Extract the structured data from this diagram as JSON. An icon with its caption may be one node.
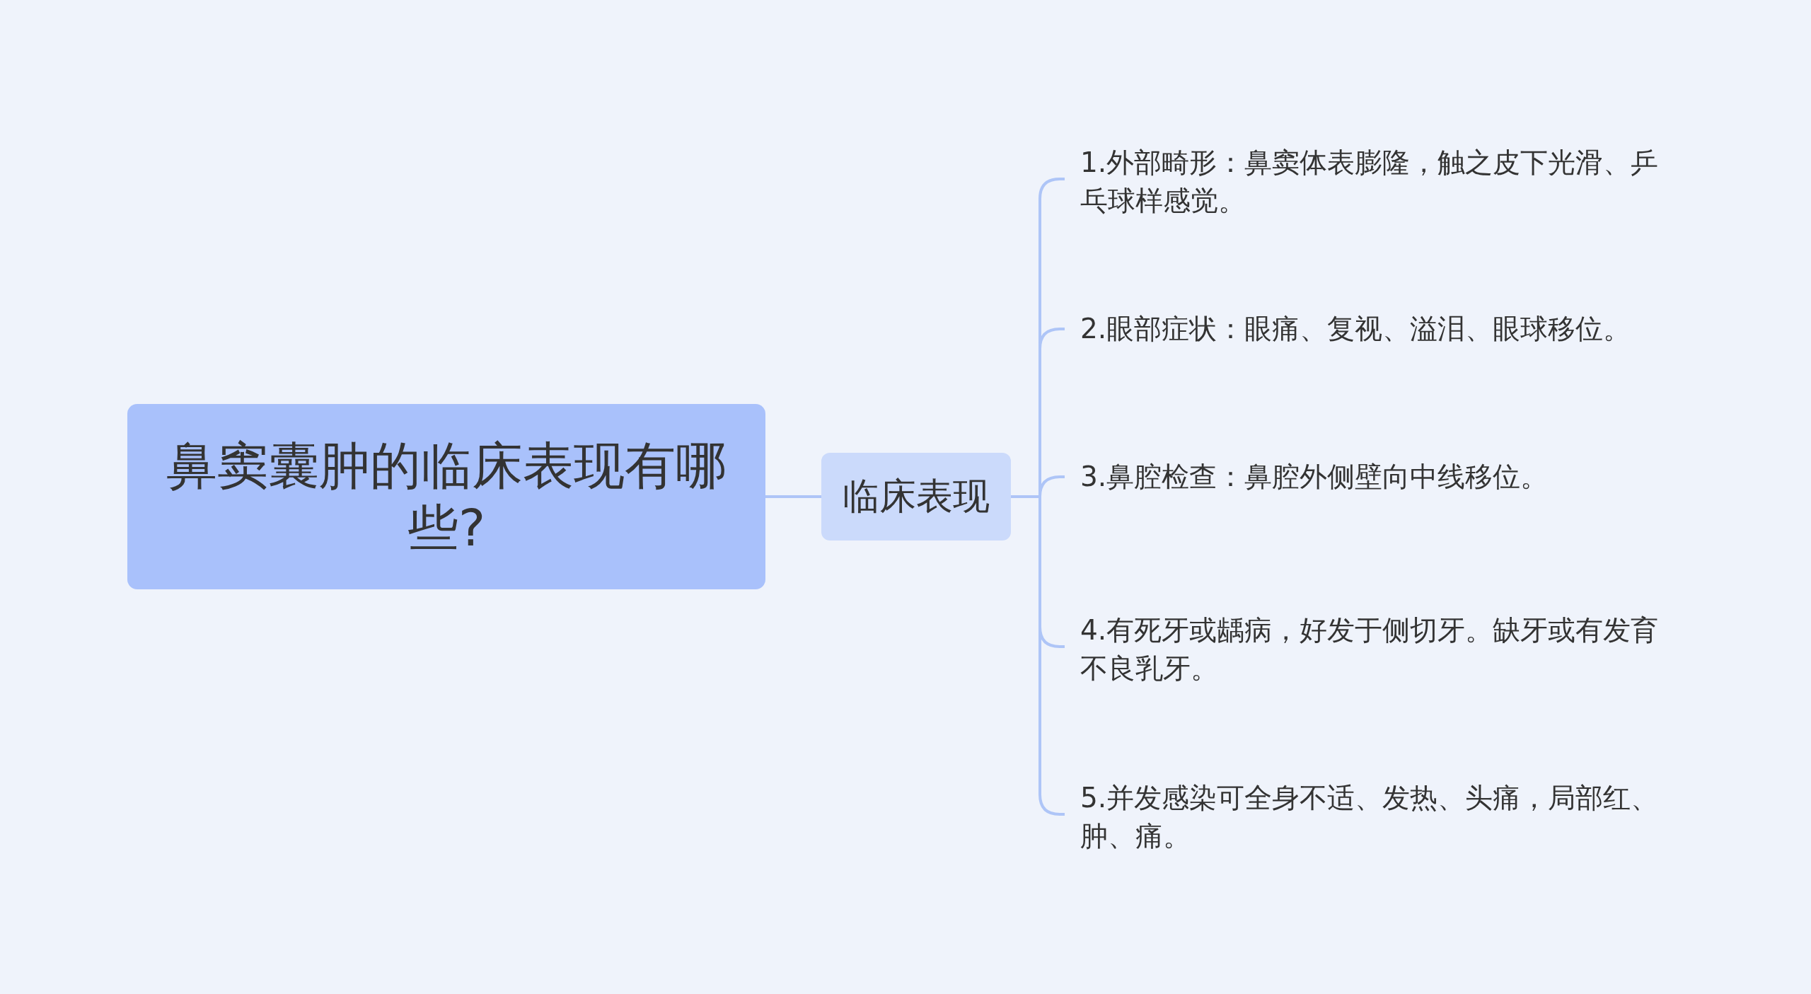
{
  "diagram": {
    "nodes": [
      {
        "text": [
          "鼻窦囊肿的临床表现有哪些?"
        ]
      },
      {
        "text": [
          "临床表现"
        ]
      },
      {
        "text": [
          "1.外部畸形：鼻窦体表膨隆，触之皮下光滑、乒乓球样感觉。"
        ]
      },
      {
        "text": [
          "2.眼部症状：眼痛、复视、溢泪、眼球移位。"
        ]
      },
      {
        "text": [
          "3.鼻腔检查：鼻腔外侧壁向中线移位。"
        ]
      },
      {
        "text": [
          "4.有死牙或龋病，好发于侧切牙。缺牙或有发育不良乳牙。"
        ]
      },
      {
        "text": [
          "5.并发感染可全身不适、发热、头痛，局部红、肿、痛。"
        ]
      }
    ],
    "edges": [
      {
        "from": 0,
        "to": 1,
        "arrow": "none"
      },
      {
        "from": 1,
        "to": 2,
        "arrow": "none"
      },
      {
        "from": 1,
        "to": 3,
        "arrow": "none"
      },
      {
        "from": 1,
        "to": 4,
        "arrow": "none"
      },
      {
        "from": 1,
        "to": 5,
        "arrow": "none"
      },
      {
        "from": 1,
        "to": 6,
        "arrow": "none"
      }
    ]
  }
}
